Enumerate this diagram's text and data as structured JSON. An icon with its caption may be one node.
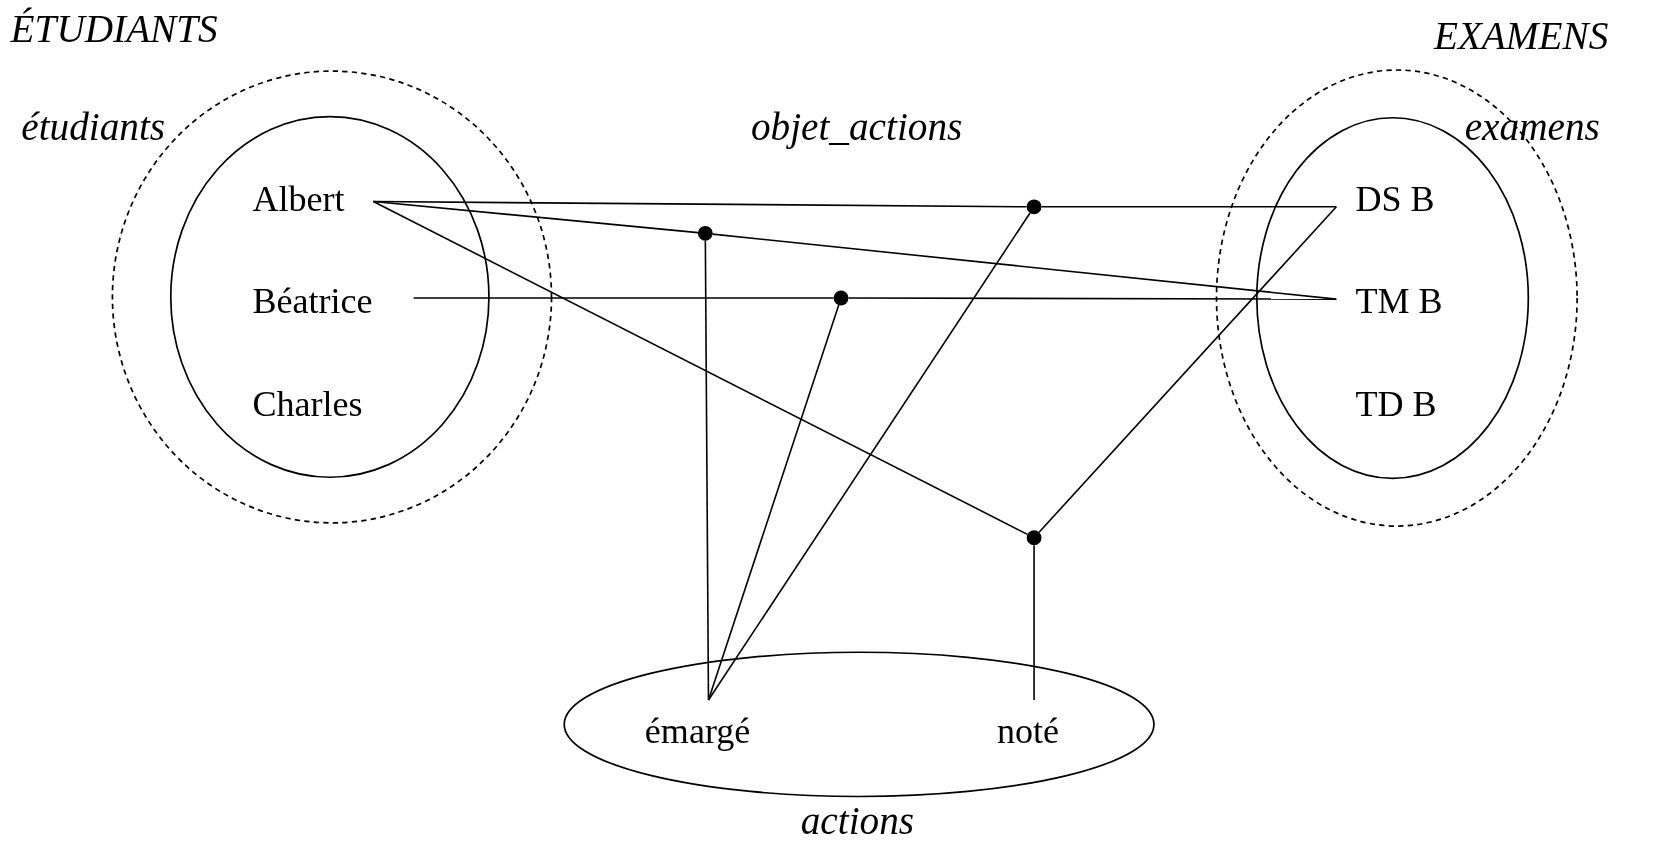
{
  "diagram": {
    "nodes": [
      {
        "text": [
          "ÉTUDIANTS"
        ]
      },
      {
        "text": [
          "étudiants"
        ],
        "in": 0
      },
      {
        "text": [
          "Albert"
        ],
        "in": 1
      },
      {
        "text": [
          "Béatrice"
        ],
        "in": 1
      },
      {
        "text": [
          "Charles"
        ],
        "in": 1
      },
      {
        "text": [
          "EXAMENS"
        ]
      },
      {
        "text": [
          "examens"
        ],
        "in": 5
      },
      {
        "text": [
          "DS B"
        ],
        "in": 6
      },
      {
        "text": [
          "TM B"
        ],
        "in": 6
      },
      {
        "text": [
          "TD B"
        ],
        "in": 6
      },
      {
        "text": [
          "actions"
        ]
      },
      {
        "text": [
          "émargé"
        ],
        "in": 10
      },
      {
        "text": [
          "noté"
        ],
        "in": 10
      },
      {
        "text": [],
        "shape": "circle"
      },
      {
        "text": [],
        "shape": "circle"
      },
      {
        "text": [],
        "shape": "circle"
      },
      {
        "text": [],
        "shape": "circle"
      }
    ],
    "edges": [
      {
        "from": 2,
        "to": 13,
        "arrow": "none"
      },
      {
        "from": 13,
        "to": 7,
        "arrow": "none"
      },
      {
        "from": 13,
        "to": 11,
        "arrow": "none"
      },
      {
        "from": 2,
        "to": 14,
        "arrow": "none"
      },
      {
        "from": 14,
        "to": 8,
        "arrow": "none"
      },
      {
        "from": 14,
        "to": 11,
        "arrow": "none"
      },
      {
        "from": 3,
        "to": 15,
        "arrow": "none"
      },
      {
        "from": 15,
        "to": 8,
        "arrow": "none"
      },
      {
        "from": 15,
        "to": 11,
        "arrow": "none"
      },
      {
        "from": 2,
        "to": 16,
        "arrow": "none"
      },
      {
        "from": 16,
        "to": 7,
        "arrow": "none"
      },
      {
        "from": 16,
        "to": 12,
        "arrow": "none"
      }
    ],
    "labels": [
      "objet_actions"
    ]
  }
}
